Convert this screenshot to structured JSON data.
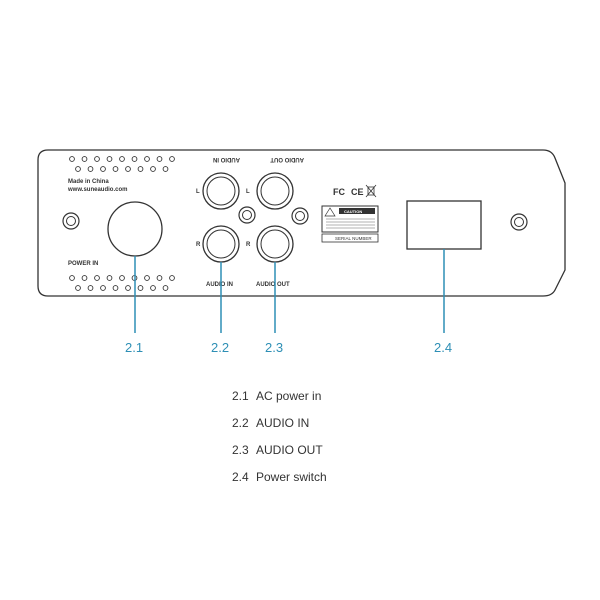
{
  "panel": {
    "made_in": "Made in China",
    "website": "www.suneaudio.com",
    "power_in_label": "POWER IN",
    "audio_in_top": "AUDIO IN",
    "audio_out_top": "AUDIO OUT",
    "audio_in_bottom": "AUDIO IN",
    "audio_out_bottom": "AUDIO OUT",
    "left_channel": "L",
    "right_channel": "R",
    "caution": "CAUTION",
    "serial_number": "SERIAL NUMBER",
    "fc_mark": "FC",
    "ce_mark": "CE",
    "weee_icon": "crossed-bin-icon"
  },
  "callouts": [
    "2.1",
    "2.2",
    "2.3",
    "2.4"
  ],
  "legend": [
    {
      "num": "2.1",
      "label": "AC power in"
    },
    {
      "num": "2.2",
      "label": "AUDIO IN"
    },
    {
      "num": "2.3",
      "label": "AUDIO OUT"
    },
    {
      "num": "2.4",
      "label": "Power switch"
    }
  ],
  "colors": {
    "callout": "#2e8fb5",
    "panel_line": "#333333"
  }
}
